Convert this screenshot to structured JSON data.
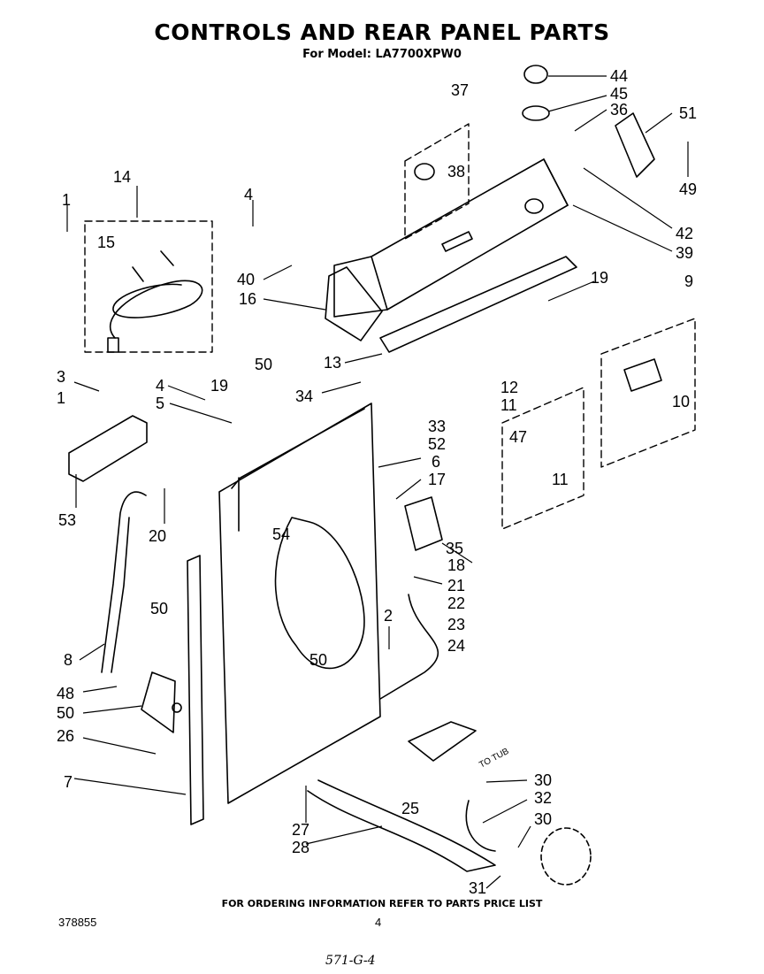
{
  "header": {
    "title": "CONTROLS AND REAR PANEL PARTS",
    "subtitle": "For Model: LA7700XPW0"
  },
  "footer": {
    "note": "FOR ORDERING INFORMATION REFER TO PARTS PRICE LIST",
    "doc_number": "378855",
    "page_number": "4",
    "handwritten": "571-G-4"
  },
  "diagram": {
    "flow_label": "TO TUB",
    "callouts": [
      "44",
      "45",
      "36",
      "51",
      "37",
      "38",
      "49",
      "42",
      "39",
      "14",
      "4",
      "1",
      "15",
      "40",
      "16",
      "19",
      "9",
      "13",
      "12",
      "11",
      "10",
      "50",
      "34",
      "4",
      "19",
      "3",
      "1",
      "5",
      "33",
      "52",
      "47",
      "6",
      "11",
      "17",
      "53",
      "20",
      "54",
      "18",
      "35",
      "21",
      "2",
      "50",
      "22",
      "23",
      "24",
      "8",
      "48",
      "50",
      "26",
      "50",
      "7",
      "25",
      "30",
      "32",
      "30",
      "27",
      "28",
      "31"
    ]
  }
}
